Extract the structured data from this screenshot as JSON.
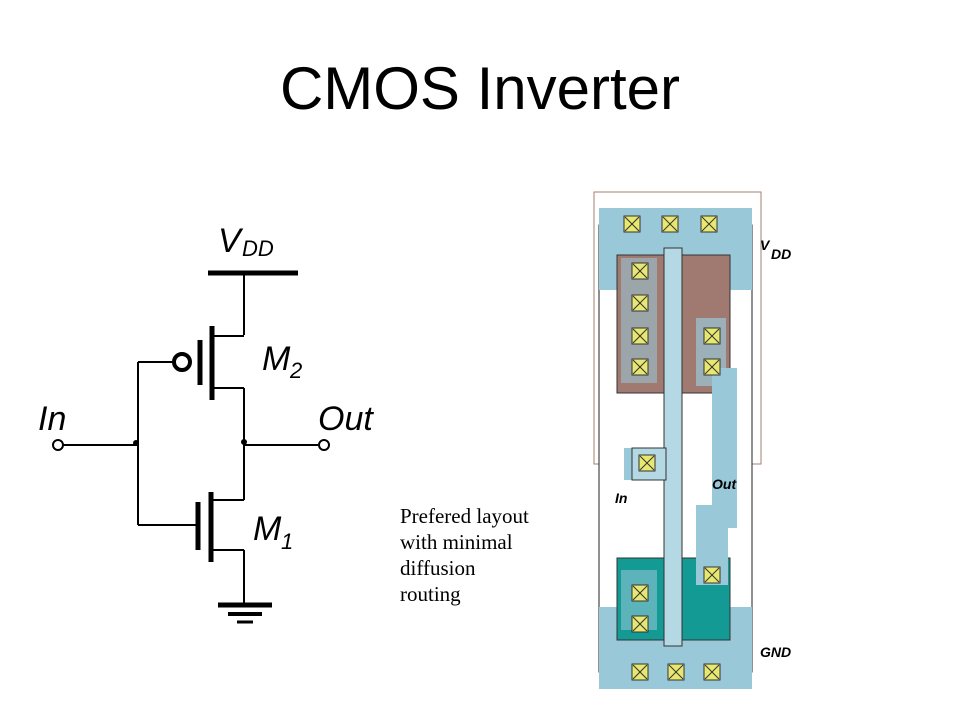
{
  "title": "CMOS Inverter",
  "schematic": {
    "vdd_main": "V",
    "vdd_sub": "DD",
    "m2_main": "M",
    "m2_sub": "2",
    "m1_main": "M",
    "m1_sub": "1",
    "in": "In",
    "out": "Out"
  },
  "caption_lines": [
    "Prefered layout",
    "with minimal",
    "diffusion",
    "routing"
  ],
  "layout": {
    "vdd_main": "V",
    "vdd_sub": "DD",
    "in": "In",
    "out": "Out",
    "gnd": "GND"
  },
  "colors": {
    "metal": "#99c8d8",
    "pdiff": "#a07a70",
    "ndiff": "#149a95",
    "contact": "#e8e870",
    "nwell": "#b08070"
  }
}
